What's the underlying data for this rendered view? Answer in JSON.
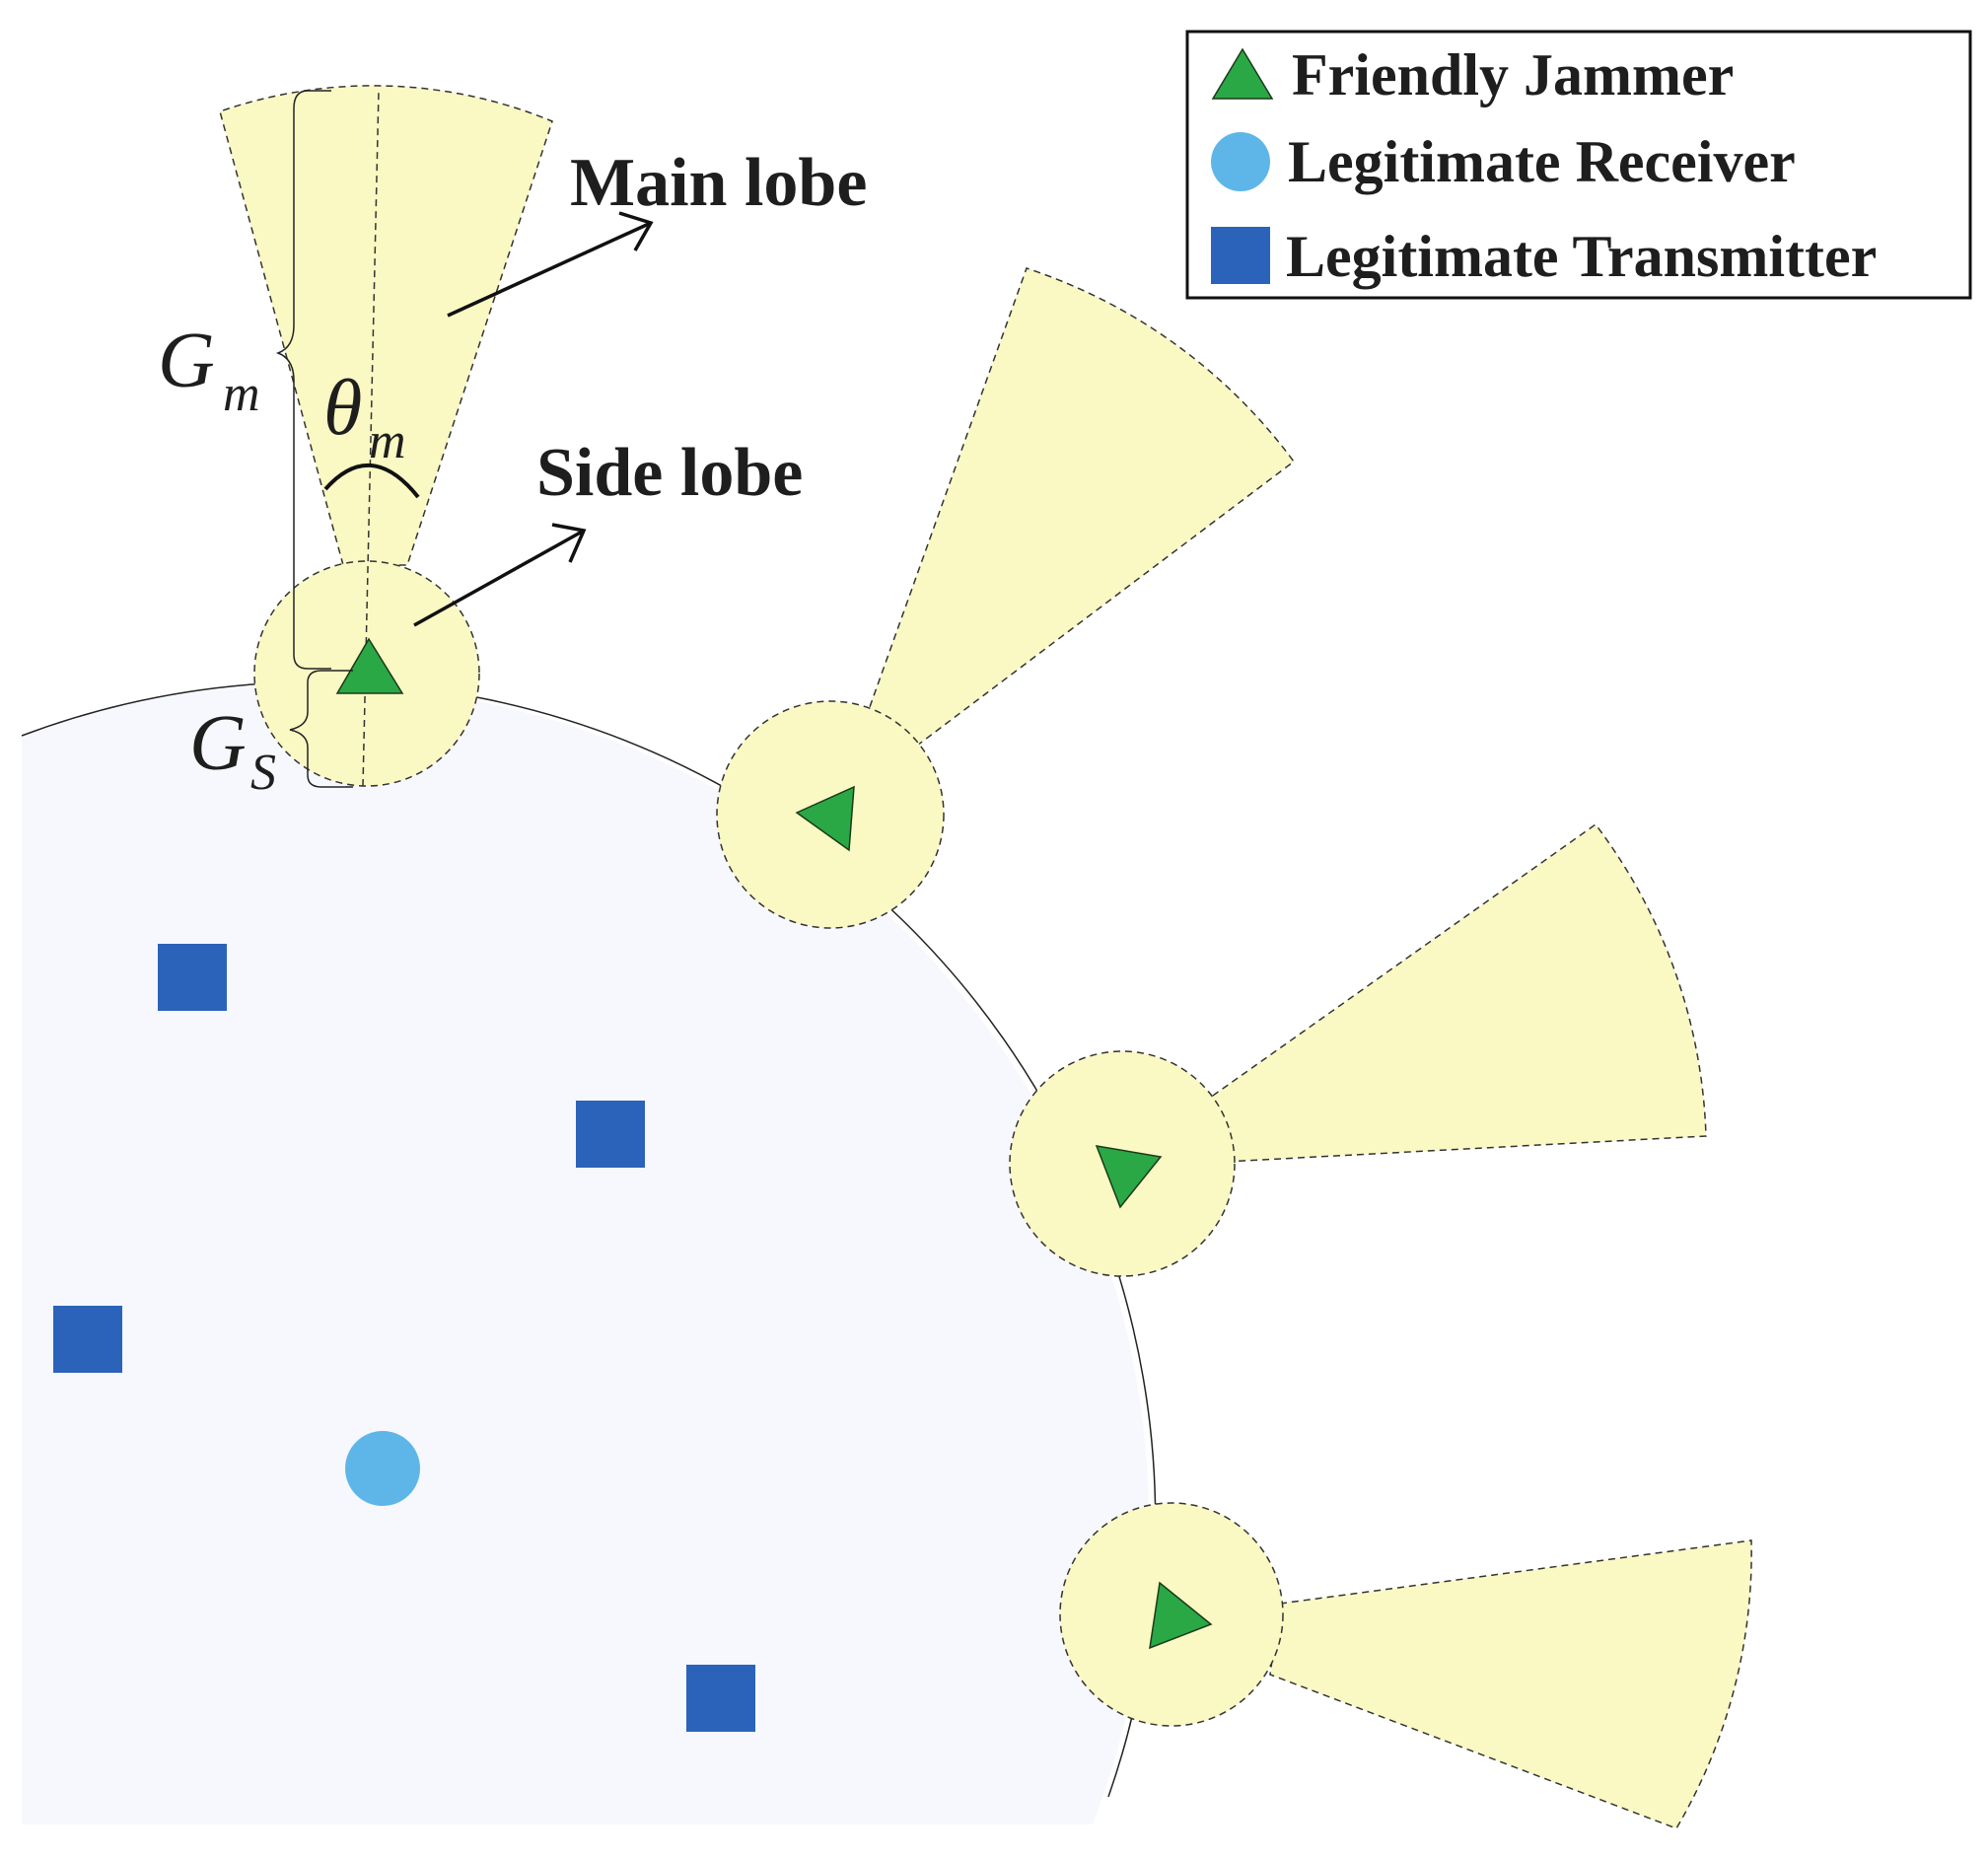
{
  "legend": {
    "items": [
      {
        "label": "Friendly Jammer",
        "icon": "triangle-icon",
        "color": "#2aa845"
      },
      {
        "label": "Legitimate Receiver",
        "icon": "circle-icon",
        "color": "#5eb6e8"
      },
      {
        "label": "Legitimate Transmitter",
        "icon": "square-icon",
        "color": "#2b63ba"
      }
    ]
  },
  "annotations": {
    "main_lobe": "Main lobe",
    "side_lobe": "Side lobe",
    "gain_main": {
      "symbol": "G",
      "subscript": "m"
    },
    "gain_side": {
      "symbol": "G",
      "subscript": "S"
    },
    "beam_angle": {
      "symbol": "θ",
      "subscript": "m"
    }
  },
  "colors": {
    "region_fill": "#f6f8fd",
    "lobe_fill": "#faf8c3",
    "jammer": "#2aa845",
    "receiver": "#5eb6e8",
    "transmitter": "#2b63ba",
    "outline": "#222222"
  }
}
